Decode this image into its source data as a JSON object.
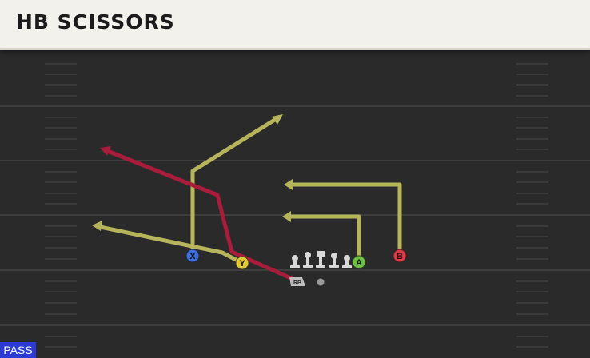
{
  "title": "HB SCISSORS",
  "play_type": "PASS",
  "colors": {
    "field": "#2a2a2a",
    "yard_line": "#3e3e3e",
    "route_yellow": "#b7b55b",
    "route_red": "#a91c3b",
    "receiver_x": "#3f6dd3",
    "receiver_y": "#e2c93a",
    "receiver_a": "#6fc046",
    "receiver_b": "#dc3b47",
    "lineman": "#d8d8d8",
    "badge": "#2c3bd6"
  },
  "players": [
    {
      "id": "x",
      "label": "X",
      "color_key": "receiver_x"
    },
    {
      "id": "y",
      "label": "Y",
      "color_key": "receiver_y"
    },
    {
      "id": "a",
      "label": "A",
      "color_key": "receiver_a"
    },
    {
      "id": "b",
      "label": "B",
      "color_key": "receiver_b"
    },
    {
      "id": "rb",
      "label": "RB",
      "color_key": "lineman"
    }
  ]
}
